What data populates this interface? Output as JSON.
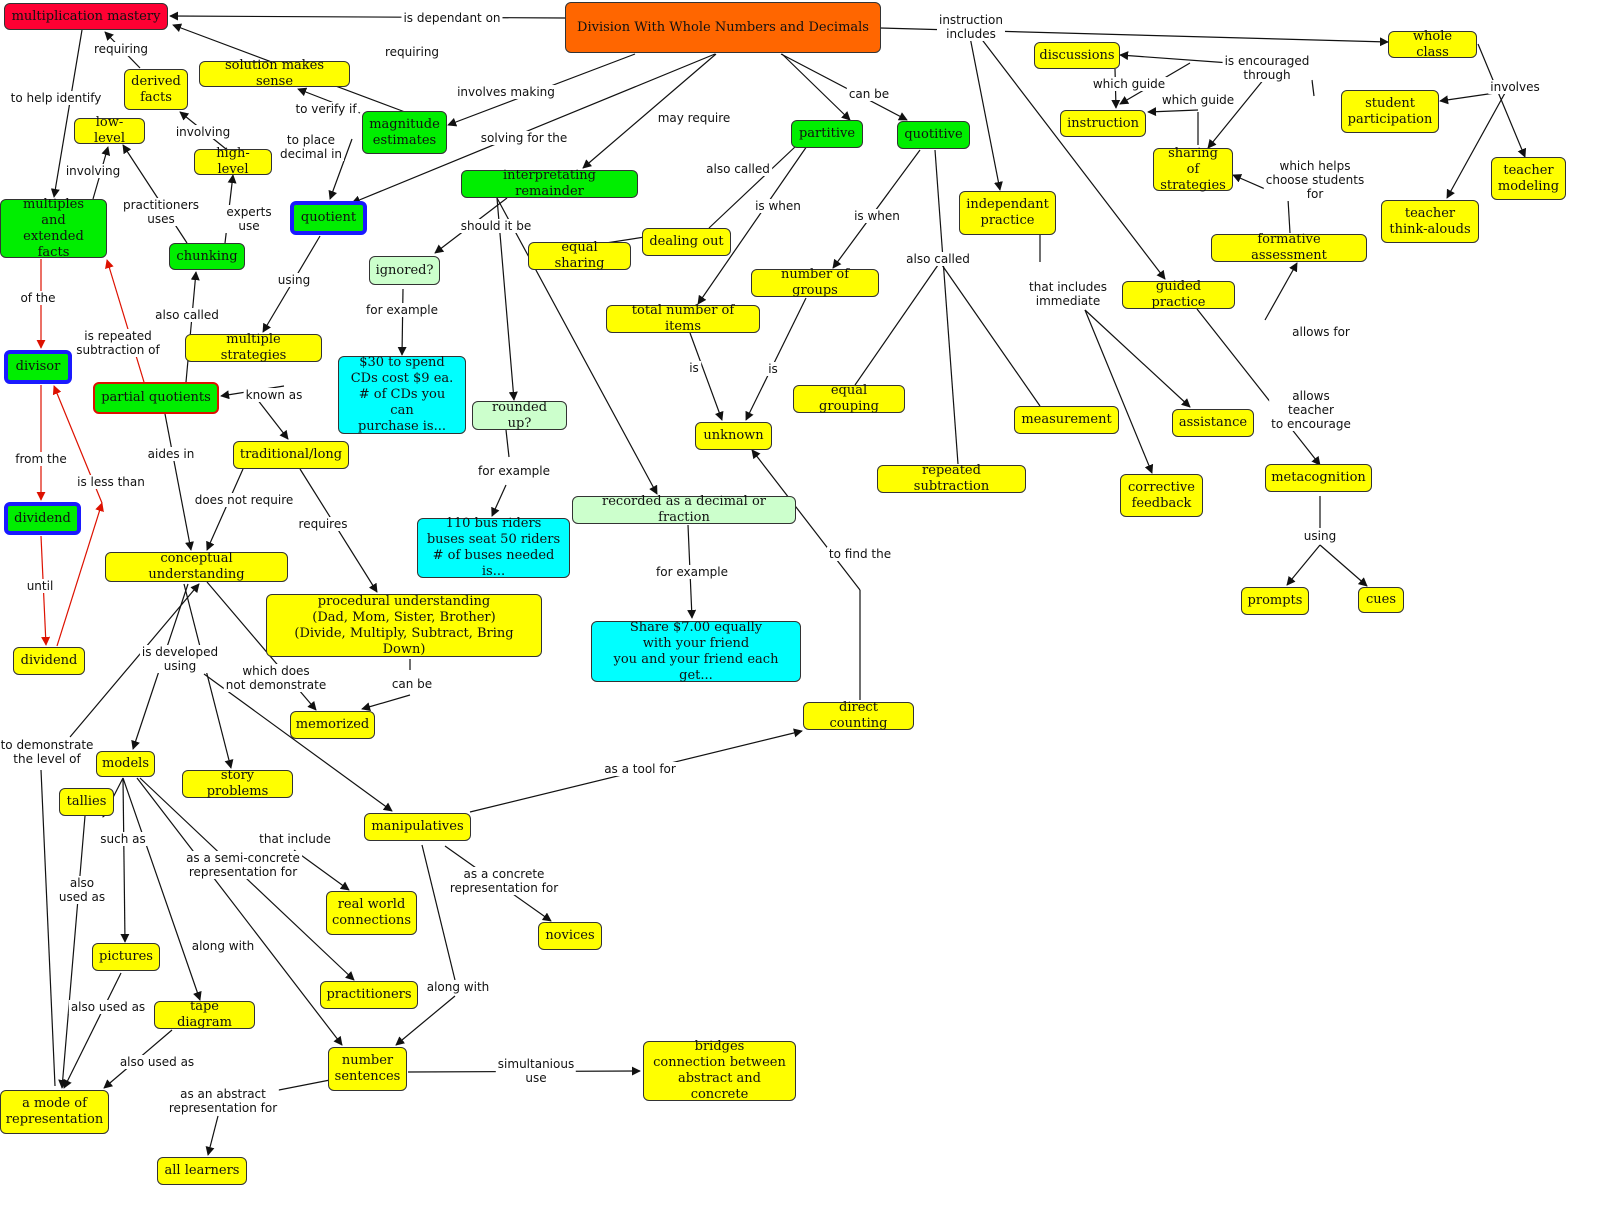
{
  "nodes": {
    "root": "Division With Whole Numbers and Decimals",
    "mult_mastery": "multiplication mastery",
    "derived_facts": "derived\nfacts",
    "solution_sense": "solution makes sense",
    "low_level": "low-level",
    "high_level": "high-level",
    "magnitude": "magnitude\nestimates",
    "multiples": "multiples\nand\nextended facts",
    "chunking": "chunking",
    "quotient": "quotient",
    "interpreting": "interpretating remainder",
    "partitive": "partitive",
    "quotitive": "quotitive",
    "discussions": "discussions",
    "instruction": "instruction",
    "whole_class": "whole class",
    "student_participation": "student\nparticipation",
    "teacher_modeling": "teacher\nmodeling",
    "teacher_thinkalouds": "teacher\nthink-alouds",
    "sharing_strategies": "sharing of\nstrategies",
    "formative": "formative assessment",
    "independent": "independant\npractice",
    "guided": "guided practice",
    "equal_sharing": "equal sharing",
    "dealing_out": "dealing out",
    "ignored": "ignored?",
    "total_items": "total number of items",
    "num_groups": "number of groups",
    "multiple_strategies": "multiple strategies",
    "divisor": "divisor",
    "partial_quotients": "partial quotients",
    "cd_example": "$30 to spend\nCDs cost $9 ea.\n# of CDs you can\npurchase is...",
    "rounded_up": "rounded up?",
    "equal_grouping": "equal grouping",
    "measurement": "measurement",
    "assistance": "assistance",
    "unknown": "unknown",
    "traditional": "traditional/long",
    "repeated_subtraction": "repeated subtraction",
    "corrective": "corrective\nfeedback",
    "metacognition": "metacognition",
    "dividend_green": "dividend",
    "bus_example": "110 bus riders\nbuses seat 50 riders\n# of buses needed is...",
    "recorded": "recorded as a decimal or fraction",
    "conceptual": "conceptual understanding",
    "procedural": "procedural understanding\n(Dad, Mom, Sister, Brother)\n(Divide, Multiply, Subtract, Bring Down)",
    "prompts": "prompts",
    "cues": "cues",
    "money_example": "Share $7.00 equally\nwith your friend\nyou and your friend each get...",
    "dividend_yellow": "dividend",
    "memorized": "memorized",
    "direct_counting": "direct counting",
    "models": "models",
    "story_problems": "story problems",
    "tallies": "tallies",
    "manipulatives": "manipulatives",
    "real_world": "real world\nconnections",
    "novices": "novices",
    "pictures": "pictures",
    "practitioners": "practitioners",
    "tape_diagram": "tape diagram",
    "number_sentences": "number\nsentences",
    "bridges": "bridges\nconnection between\nabstract and concrete",
    "mode_rep": "a mode of\nrepresentation",
    "all_learners": "all learners"
  },
  "labels": {
    "is_dependant_on": "is dependant on",
    "instruction_includes": "instruction\nincludes",
    "requiring_1": "requiring",
    "requiring_2": "requiring",
    "to_help_identify": "to help identify",
    "involves_making": "involves making",
    "to_verify_if": "to verify if",
    "involving_1": "involving",
    "involving_2": "involving",
    "to_place_decimal": "to place\ndecimal in",
    "solving_for_the": "solving for the",
    "may_require": "may require",
    "can_be_1": "can be",
    "is_encouraged": "is encouraged\nthrough",
    "which_guide_1": "which guide",
    "which_guide_2": "which guide",
    "involves": "involves",
    "practitioners_uses": "practitioners\nuses",
    "experts_use": "experts\nuse",
    "also_called_1": "also called",
    "which_helps": "which helps\nchoose students\nfor",
    "is_when_1": "is when",
    "is_when_2": "is when",
    "should_it_be": "should it be",
    "also_called_2": "also called",
    "using_1": "using",
    "of_the": "of the",
    "also_called_3": "also called",
    "that_includes": "that includes\nimmediate",
    "for_example_1": "for example",
    "is_1": "is",
    "is_2": "is",
    "is_repeated": "is repeated\nsubtraction of",
    "allows_for": "allows for",
    "known_as": "known as",
    "allows_teacher": "allows\nteacher\nto encourage",
    "aides_in": "aides in",
    "from_the": "from the",
    "for_example_2": "for example",
    "is_less_than": "is less than",
    "does_not_require": "does not require",
    "requires": "requires",
    "using_2": "using",
    "to_find_the": "to find the",
    "for_example_3": "for example",
    "until": "until",
    "is_developed": "is developed\nusing",
    "which_does_not": "which does\nnot demonstrate",
    "can_be_2": "can be",
    "to_demonstrate": "to demonstrate\nthe level of",
    "as_a_tool_for": "as a tool for",
    "such_as": "such as",
    "that_include": "that include",
    "as_semi_concrete": "as a semi-concrete\nrepresentation for",
    "also_used_as_1": "also\nused as",
    "as_concrete": "as a concrete\nrepresentation for",
    "along_with_1": "along with",
    "along_with_2": "along with",
    "also_used_as_2": "also used as",
    "also_used_as_3": "also used as",
    "simultanious_use": "simultanious\nuse",
    "as_abstract": "as an abstract\nrepresentation for"
  },
  "colors": {
    "root": "#ff6600",
    "red": "#ff0033",
    "yellow": "#ffff00",
    "green": "#00ee00",
    "light_green": "#ccffcc",
    "cyan": "#00ffff",
    "blue_border": "#1a1aff",
    "red_link": "#dd1100",
    "link": "#111111"
  }
}
